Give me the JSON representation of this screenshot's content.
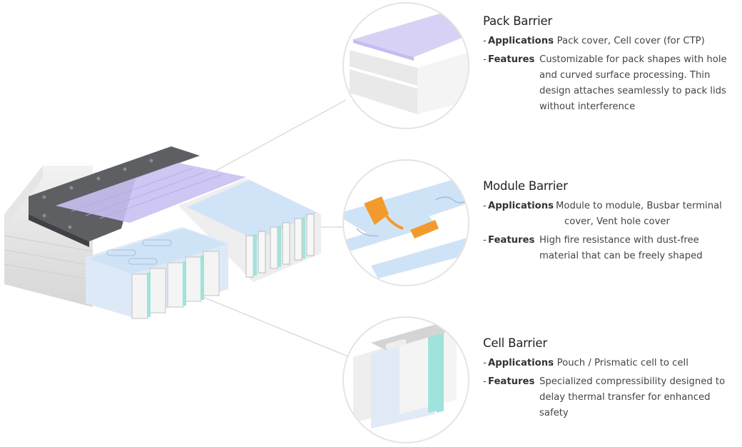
{
  "colors": {
    "purple_film": "#c9c0f2",
    "blue_film": "#cfe3f7",
    "cell_barrier_teal": "#9fe3dc",
    "orange_busbar": "#f39a2c",
    "dark_plate": "#5d5f62",
    "circle_outline": "#e4e4e4"
  },
  "icons": [
    "pack-barrier-detail-lens",
    "module-barrier-detail-lens",
    "cell-barrier-detail-lens",
    "battery-pack-illustration"
  ],
  "sections": [
    {
      "title": "Pack Barrier",
      "applications_label": "Applications",
      "applications_text": "Pack cover, Cell cover (for CTP)",
      "features_label": "Features",
      "features_lines": [
        "Customizable for pack shapes with hole",
        "and  curved surface processing. Thin",
        "design attaches seamlessly to pack lids",
        "without interference"
      ]
    },
    {
      "title": "Module Barrier",
      "applications_label": "Applications",
      "applications_lines": [
        "Module to module, Busbar terminal",
        "cover, Vent hole cover"
      ],
      "features_label": "Features",
      "features_lines": [
        "High fire resistance with dust-free",
        "material that can be freely shaped"
      ]
    },
    {
      "title": "Cell Barrier",
      "applications_label": "Applications",
      "applications_text": "Pouch / Prismatic cell to cell",
      "features_label": "Features",
      "features_lines": [
        "Specialized compressibility designed to",
        "delay thermal transfer for enhanced",
        "safety"
      ]
    }
  ]
}
